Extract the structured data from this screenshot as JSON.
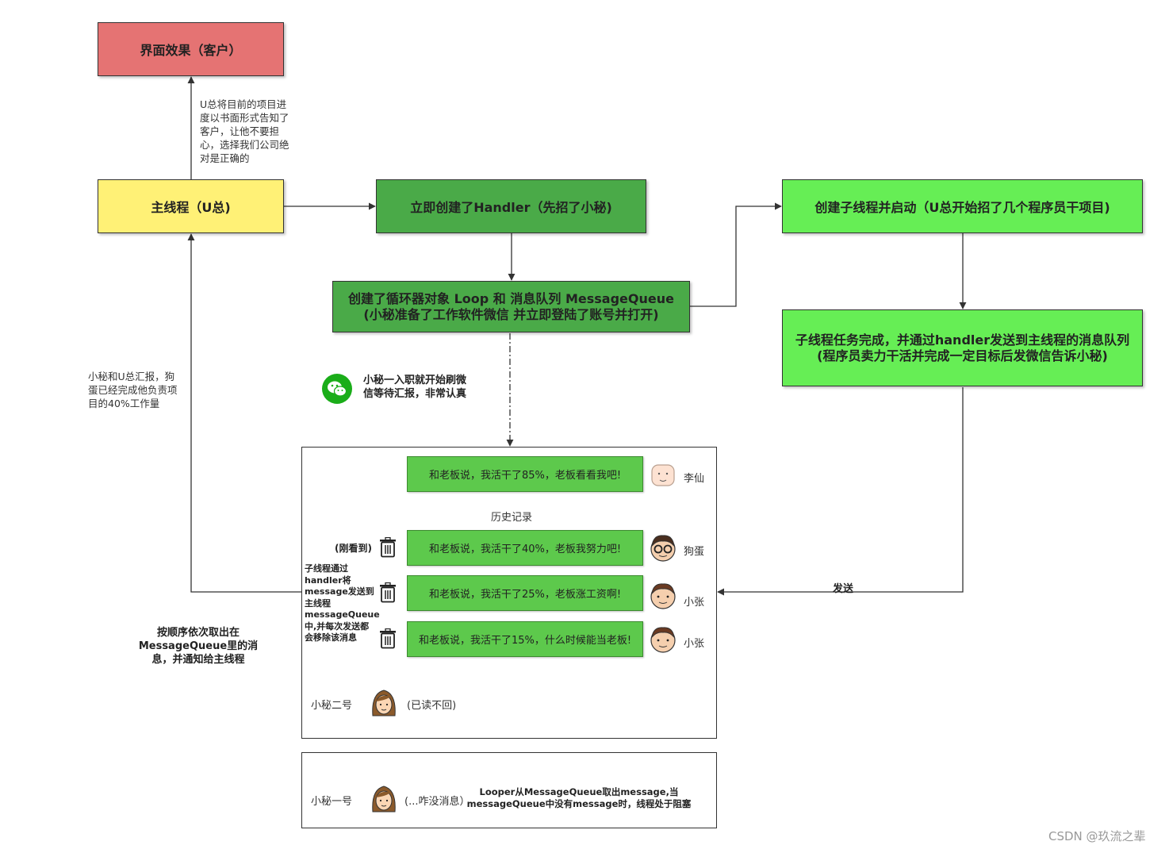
{
  "boxes": {
    "ui_effect": "界面效果（客户）",
    "main_thread": "主线程（U总)",
    "handler": "立即创建了Handler（先招了小秘)",
    "looper": [
      "创建了循环器对象 Loop 和 消息队列 MessageQueue",
      "(小秘准备了工作软件微信 并立即登陆了账号并打开)"
    ],
    "sub_thread": "创建子线程并启动（U总开始招了几个程序员干项目)",
    "sub_done": [
      "子线程任务完成，并通过handler发送到主线程的消息队列",
      "(程序员卖力干活并完成一定目标后发微信告诉小秘)"
    ]
  },
  "notes": {
    "report_client": [
      "U总将目前的项目进",
      "度以书面形式告知了",
      "客户，让他不要担",
      "心，选择我们公司绝",
      "对是正确的"
    ],
    "report_boss": [
      "小秘和U总汇报，狗",
      "蛋已经完成他负责项",
      "目的40%工作量"
    ],
    "wechat_note": [
      "小秘一入职就开始刷微",
      "信等待汇报，非常认真"
    ],
    "take_in_order": [
      "按顺序依次取出在",
      "MessageQueue里的消",
      "息，并通知给主线程"
    ],
    "send_label": "发送",
    "sub_send": [
      "子线程通过",
      "handler将",
      "message发送到",
      "主线程",
      "messageQueue",
      "中,并每次发送都",
      "会移除该消息"
    ],
    "just_read": "(刚看到)"
  },
  "chat": {
    "history_label": "历史记录",
    "messages": [
      {
        "text": "和老板说，我活干了85%，老板看看我吧!",
        "sender": "李仙"
      },
      {
        "text": "和老板说，我活干了40%，老板我努力吧!",
        "sender": "狗蛋"
      },
      {
        "text": "和老板说，我活干了25%，老板涨工资啊!",
        "sender": "小张"
      },
      {
        "text": "和老板说，我活干了15%，什么时候能当老板!",
        "sender": "小张"
      }
    ],
    "secretary2": "小秘二号",
    "secretary2_status": "(已读不回)"
  },
  "bottom_panel": {
    "secretary1": "小秘一号",
    "secretary1_status": "(...咋没消息）",
    "blocking_note": [
      "Looper从MessageQueue取出message,当",
      "messageQueue中没有message时，线程处于阻塞"
    ]
  },
  "watermark": "CSDN @玖流之辈",
  "colors": {
    "ui_box": "#e57373",
    "main_box": "#fff176",
    "dark_green": "#4aaa48",
    "light_green": "#66ee55",
    "msg_green": "#5dc94c",
    "wechat": "#1aad19"
  },
  "icons": [
    "wechat-icon",
    "trash-icon",
    "avatar-icon",
    "girl-avatar-icon"
  ]
}
